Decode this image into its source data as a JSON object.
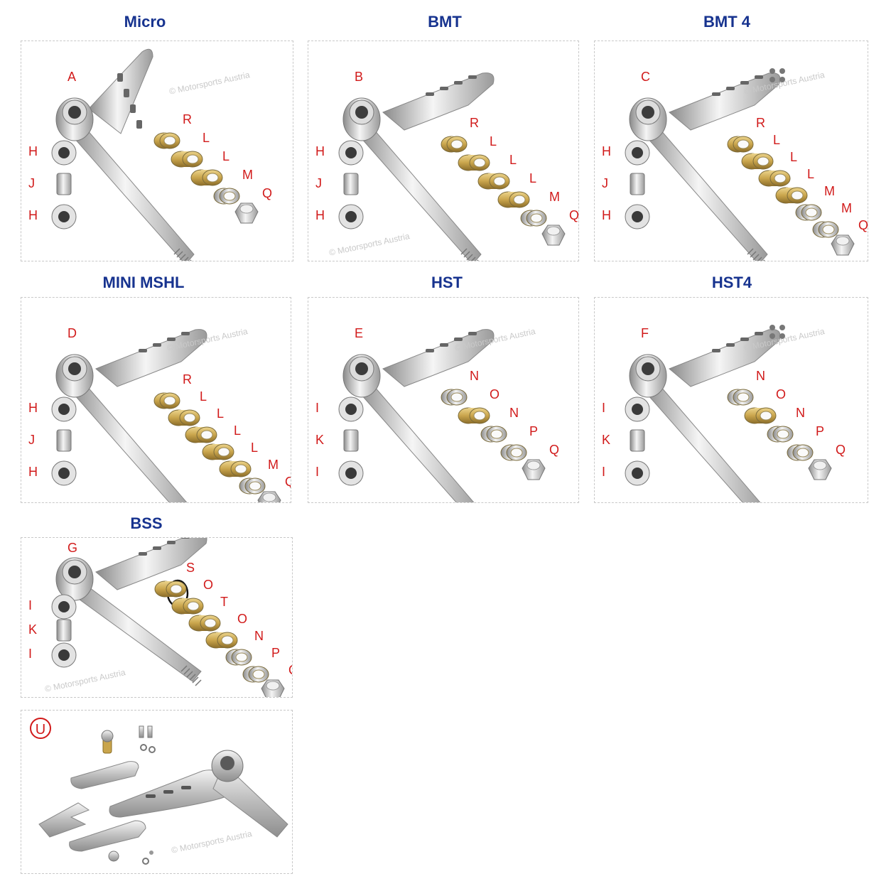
{
  "watermark": "© Motorsports Austria",
  "colors": {
    "title": "#17338f",
    "label": "#d11a1a",
    "brass": "#c9a54c",
    "chrome": "#d6d6d6"
  },
  "panels": [
    {
      "title": "Micro",
      "arm": "A",
      "left": [
        "H",
        "J",
        "H"
      ],
      "right": [
        "R",
        "L",
        "L",
        "M",
        "Q"
      ],
      "shaft_style": "bent",
      "perforated": false,
      "oring": false
    },
    {
      "title": "BMT",
      "arm": "B",
      "left": [
        "H",
        "J",
        "H"
      ],
      "right": [
        "R",
        "L",
        "L",
        "L",
        "M",
        "Q"
      ],
      "shaft_style": "straight",
      "perforated": false,
      "oring": false
    },
    {
      "title": "BMT 4",
      "arm": "C",
      "left": [
        "H",
        "J",
        "H"
      ],
      "right": [
        "R",
        "L",
        "L",
        "L",
        "M",
        "M",
        "Q"
      ],
      "shaft_style": "straight",
      "perforated": true,
      "oring": false
    },
    {
      "title": "MINI MSHL",
      "arm": "D",
      "left": [
        "H",
        "J",
        "H"
      ],
      "right": [
        "R",
        "L",
        "L",
        "L",
        "L",
        "M",
        "Q"
      ],
      "shaft_style": "straight",
      "perforated": false,
      "oring": false
    },
    {
      "title": "HST",
      "arm": "E",
      "left": [
        "I",
        "K",
        "I"
      ],
      "right": [
        "N",
        "O",
        "N",
        "P",
        "Q"
      ],
      "shaft_style": "straight",
      "perforated": false,
      "oring": false
    },
    {
      "title": "HST4",
      "arm": "F",
      "left": [
        "I",
        "K",
        "I"
      ],
      "right": [
        "N",
        "O",
        "N",
        "P",
        "Q"
      ],
      "shaft_style": "straight",
      "perforated": true,
      "oring": false
    },
    {
      "title": "BSS",
      "arm": "G",
      "left": [
        "I",
        "K",
        "I"
      ],
      "right": [
        "S",
        "O",
        "T",
        "O",
        "N",
        "P",
        "Q"
      ],
      "shaft_style": "straight",
      "perforated": false,
      "oring": true
    }
  ],
  "u_panel": {
    "badge": "U"
  }
}
